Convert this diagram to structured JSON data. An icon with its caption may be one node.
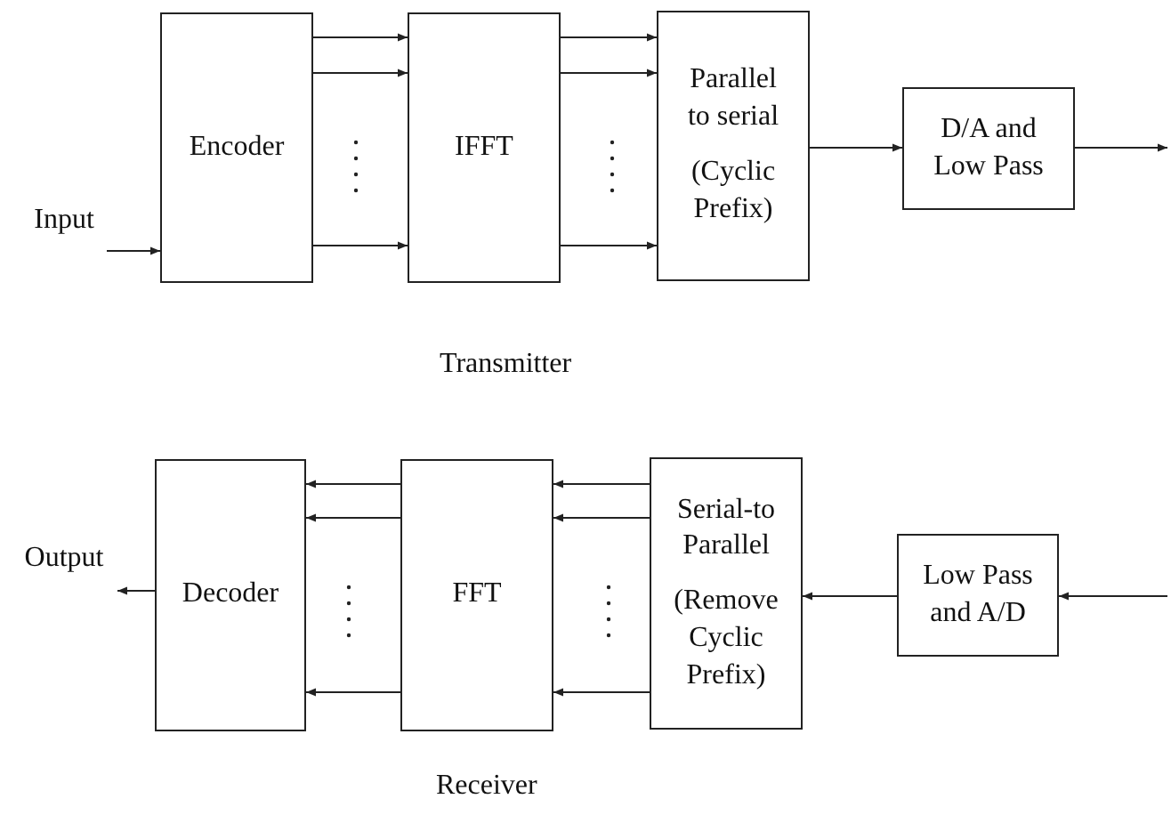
{
  "diagram": {
    "nodes": [
      {
        "text": [
          "Input"
        ]
      },
      {
        "text": [
          "Encoder"
        ]
      },
      {
        "text": [
          "IFFT"
        ]
      },
      {
        "text": [
          "Parallel to serial",
          "(Cyclic Prefix)"
        ]
      },
      {
        "text": [
          "D/A and Low Pass"
        ]
      },
      {
        "text": [
          "Output"
        ]
      },
      {
        "text": [
          "Decoder"
        ]
      },
      {
        "text": [
          "FFT"
        ]
      },
      {
        "text": [
          "Serial-to Parallel",
          "(Remove Cyclic Prefix)"
        ]
      },
      {
        "text": [
          "Low Pass and A/D"
        ]
      }
    ],
    "edges": [
      {
        "from": 0,
        "to": 1,
        "arrow": "to"
      },
      {
        "from": 1,
        "to": 2,
        "arrow": "to"
      },
      {
        "from": 1,
        "to": 2,
        "arrow": "to"
      },
      {
        "from": 1,
        "to": 2,
        "arrow": "to"
      },
      {
        "from": 2,
        "to": 3,
        "arrow": "to"
      },
      {
        "from": 2,
        "to": 3,
        "arrow": "to"
      },
      {
        "from": 2,
        "to": 3,
        "arrow": "to"
      },
      {
        "from": 3,
        "to": 4,
        "arrow": "to"
      },
      {
        "from": 4,
        "to": null,
        "arrow": "to"
      },
      {
        "from": null,
        "to": 9,
        "arrow": "to"
      },
      {
        "from": 9,
        "to": 8,
        "arrow": "to"
      },
      {
        "from": 8,
        "to": 7,
        "arrow": "to"
      },
      {
        "from": 8,
        "to": 7,
        "arrow": "to"
      },
      {
        "from": 8,
        "to": 7,
        "arrow": "to"
      },
      {
        "from": 7,
        "to": 6,
        "arrow": "to"
      },
      {
        "from": 7,
        "to": 6,
        "arrow": "to"
      },
      {
        "from": 7,
        "to": 6,
        "arrow": "to"
      },
      {
        "from": 6,
        "to": 5,
        "arrow": "to"
      }
    ],
    "labels": [
      "Transmitter",
      "Receiver"
    ]
  }
}
